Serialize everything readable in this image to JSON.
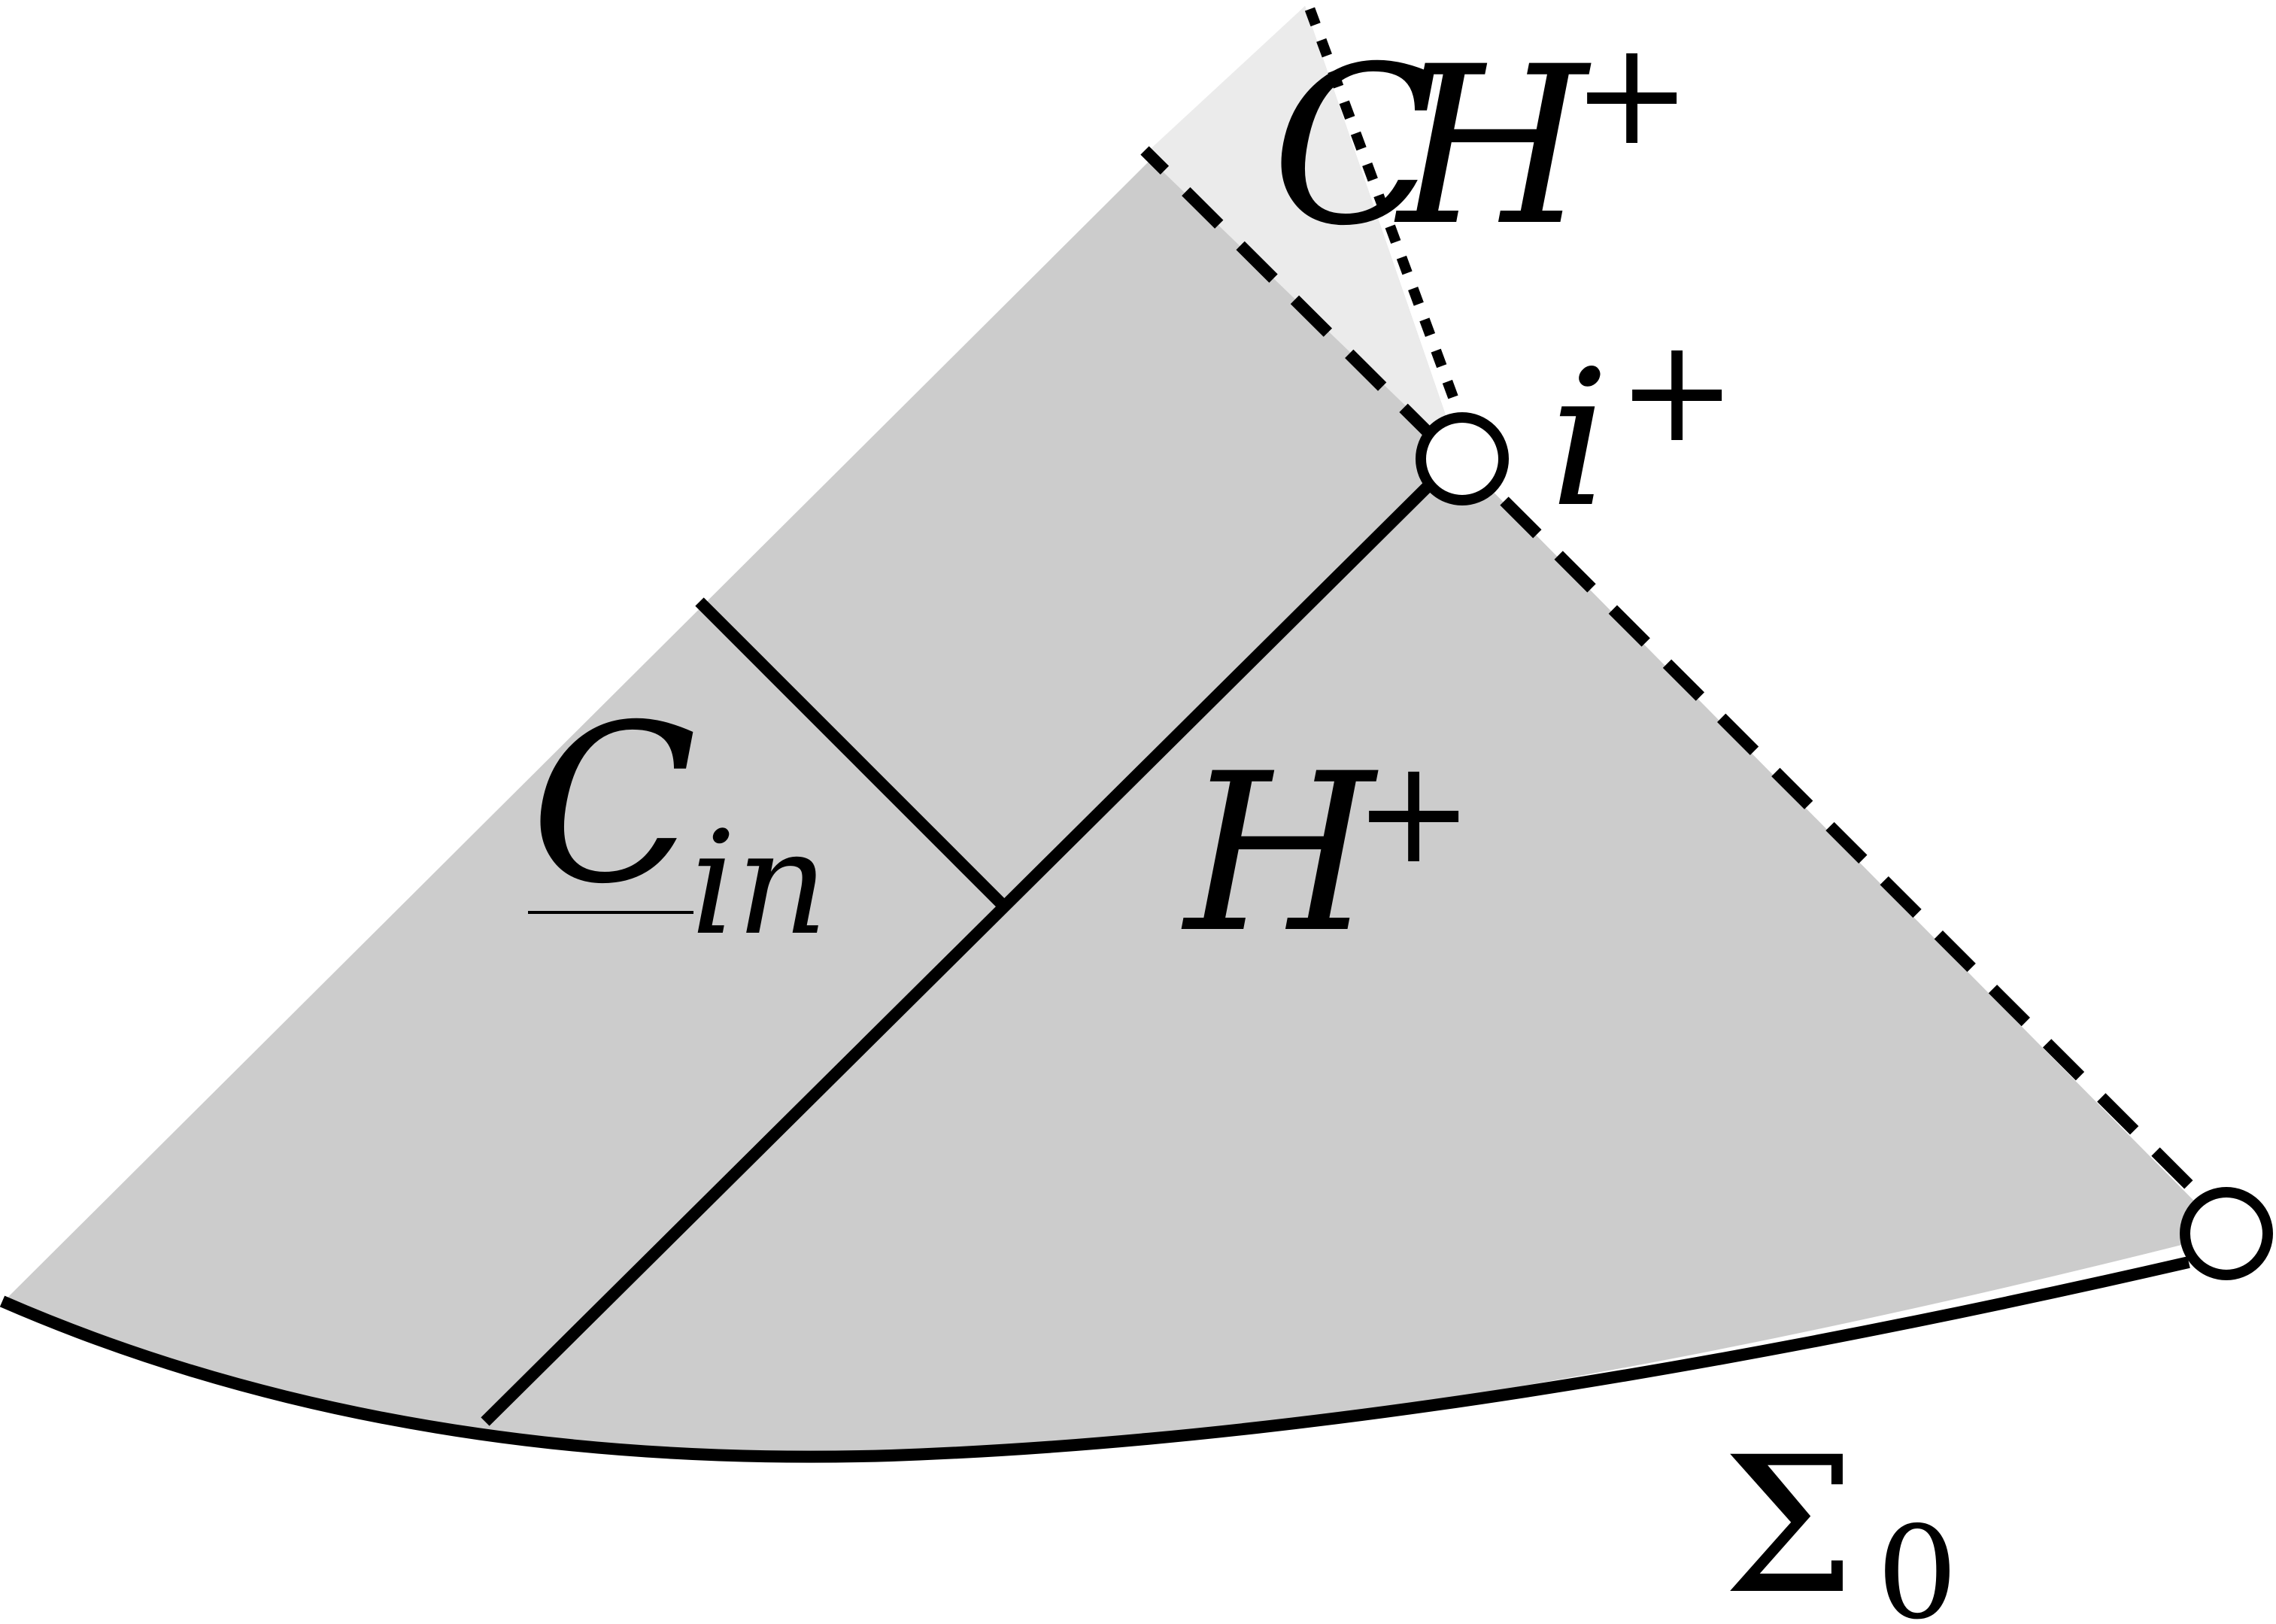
{
  "labels": {
    "cauchy_horizon_C": "C",
    "cauchy_horizon_H": "H",
    "cauchy_horizon_sup": "+",
    "timelike_infinity": "i",
    "timelike_infinity_sup": "+",
    "ingoing_cone": "C",
    "ingoing_cone_sub": "in",
    "event_horizon": "H",
    "event_horizon_sup": "+",
    "initial_surface": "Σ",
    "initial_surface_sub": "0"
  },
  "colors": {
    "region_fill": "#cccccc",
    "upper_region_fill": "#ebebeb",
    "stroke": "#000000",
    "endpoint_fill": "#ffffff"
  }
}
